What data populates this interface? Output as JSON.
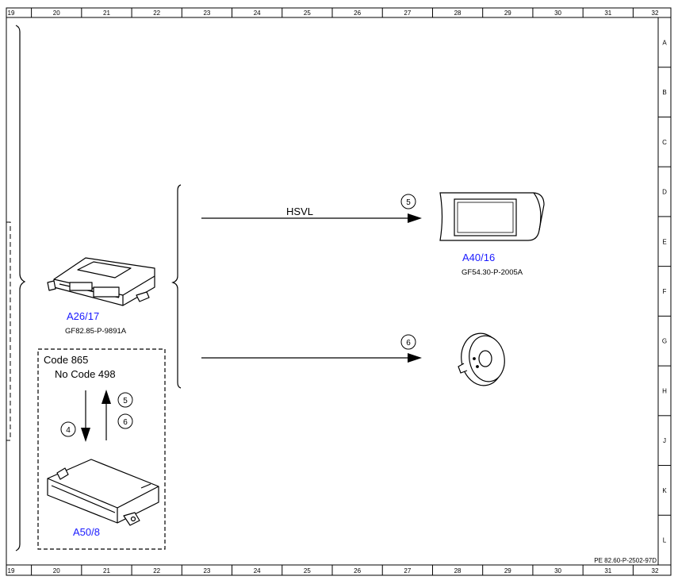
{
  "frame": {
    "columns": [
      "19",
      "20",
      "21",
      "22",
      "23",
      "24",
      "25",
      "26",
      "27",
      "28",
      "29",
      "30",
      "31",
      "32"
    ],
    "rows": [
      "A",
      "B",
      "C",
      "D",
      "E",
      "F",
      "G",
      "H",
      "J",
      "K",
      "L"
    ],
    "document_ref": "PE 82.60-P-2502-97D"
  },
  "components": {
    "a26_17": {
      "label": "A26/17",
      "ref": "GF82.85-P-9891A"
    },
    "a40_16": {
      "label": "A40/16",
      "ref": "GF54.30-P-2005A"
    },
    "a50_8": {
      "label": "A50/8"
    }
  },
  "signals": {
    "hsvl": "HSVL",
    "marker_top": "5",
    "marker_bottom": "6",
    "marker_down": "4",
    "marker_up_a": "5",
    "marker_up_b": "6"
  },
  "code_box": {
    "line1": "Code 865",
    "line2": "No Code 498"
  }
}
